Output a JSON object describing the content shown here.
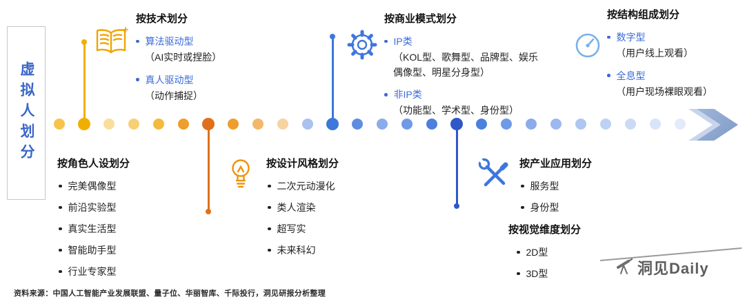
{
  "page": {
    "vertical_title": "虚拟人划分",
    "source": "资料来源：中国人工智能产业发展联盟、量子位、华丽智库、千际投行，洞见研报分析整理",
    "brand": "洞见Daily"
  },
  "colors": {
    "accent_blue": "#3A6BD8",
    "accent_gold": "#F1AE00",
    "accent_orange": "#E0701A",
    "accent_dark_blue": "#2F57C9",
    "gauge_light_blue": "#79B0E8",
    "arrow_slate_blue": "#8CA7CF",
    "title_blue": "#3A66C8"
  },
  "icons": {
    "technology": "open-book-icon",
    "business": "gear-icon",
    "structure": "gauge-icon",
    "design": "lightbulb-icon",
    "industry": "tools-icon",
    "brand": "telescope-icon",
    "timeline_end": "chevron-right-icon"
  },
  "sections": {
    "technology": {
      "title": "按技术划分",
      "items": [
        {
          "label": "算法驱动型",
          "note": "（AI实时或捏脸）"
        },
        {
          "label": "真人驱动型",
          "note": "（动作捕捉）"
        }
      ]
    },
    "business": {
      "title": "按商业模式划分",
      "items": [
        {
          "label": "IP类",
          "note": "（KOL型、歌舞型、品牌型、娱乐偶像型、明星分身型）"
        },
        {
          "label": "非IP类",
          "note": "（功能型、学术型、身份型）"
        }
      ]
    },
    "structure": {
      "title": "按结构组成划分",
      "items": [
        {
          "label": "数字型",
          "note": "（用户线上观看）"
        },
        {
          "label": "全息型",
          "note": "（用户现场裸眼观看）"
        }
      ]
    },
    "persona": {
      "title": "按角色人设划分",
      "items": [
        "完美偶像型",
        "前沿实验型",
        "真实生活型",
        "智能助手型",
        "行业专家型"
      ]
    },
    "design": {
      "title": "按设计风格划分",
      "items": [
        "二次元动漫化",
        "类人渲染",
        "超写实",
        "未来科幻"
      ]
    },
    "industry": {
      "title": "按产业应用划分",
      "items": [
        "服务型",
        "身份型"
      ]
    },
    "visual": {
      "title": "按视觉维度划分",
      "items": [
        "2D型",
        "3D型"
      ]
    }
  },
  "timeline": {
    "dots": [
      {
        "color": "#F6C44A"
      },
      {
        "color": "#F1AE00",
        "key": true
      },
      {
        "color": "#FBDD9B"
      },
      {
        "color": "#F9CF74"
      },
      {
        "color": "#F4BA3E"
      },
      {
        "color": "#EE9E2D"
      },
      {
        "color": "#E0701A",
        "key": true
      },
      {
        "color": "#EE9E2D"
      },
      {
        "color": "#F3B869"
      },
      {
        "color": "#F7D2A2"
      },
      {
        "color": "#A9C2EE"
      },
      {
        "color": "#3D76DC",
        "key": true
      },
      {
        "color": "#5E8DE2"
      },
      {
        "color": "#8AACEA"
      },
      {
        "color": "#6E9AE6"
      },
      {
        "color": "#4C80DE"
      },
      {
        "color": "#2F57C9",
        "key": true
      },
      {
        "color": "#4C80DE"
      },
      {
        "color": "#6E9AE6"
      },
      {
        "color": "#8AACEA"
      },
      {
        "color": "#9DB8EE"
      },
      {
        "color": "#AEC6F1"
      },
      {
        "color": "#BDD1F4"
      },
      {
        "color": "#CBDBF6"
      },
      {
        "color": "#D8E4F8"
      },
      {
        "color": "#E3EBFA"
      }
    ]
  }
}
